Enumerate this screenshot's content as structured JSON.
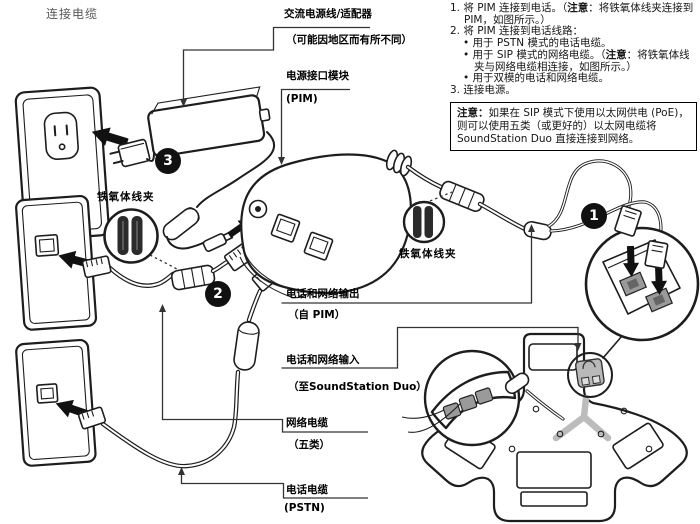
{
  "page": {
    "heading": "连接电缆"
  },
  "callouts": {
    "step1": "1",
    "step2": "2",
    "step3": "3"
  },
  "instructions": {
    "items": [
      {
        "marker": "1.",
        "pre": "将 PIM 连接到电话。（",
        "bold": "注意",
        "post": "：将铁氧体线夹连接到 PIM，如图所示。）"
      },
      {
        "marker": "2.",
        "pre": "将 PIM 连接到电话线路：",
        "bold": "",
        "post": ""
      },
      {
        "marker": "•",
        "pre": "用于 PSTN 模式的电话电缆。",
        "bold": "",
        "post": ""
      },
      {
        "marker": "•",
        "pre": "用于 SIP 模式的网络电缆。（",
        "bold": "注意",
        "post": "：将铁氧体线夹与网络电缆相连接，如图所示。）"
      },
      {
        "marker": "•",
        "pre": "用于双模的电话和网络电缆。",
        "bold": "",
        "post": ""
      },
      {
        "marker": "3.",
        "pre": "连接电源。",
        "bold": "",
        "post": ""
      }
    ],
    "note": {
      "label": "注意：",
      "text": "如果在 SIP 模式下使用以太网供电 (PoE)，则可以使用五类（或更好的）以太网电缆将 SoundStation Duo 直接连接到网络。"
    }
  },
  "labels": {
    "ac_adapter": {
      "title": "交流电源线/适配器",
      "sub": "（可能因地区而有所不同）"
    },
    "pim_module": {
      "title": "电源接口模块",
      "sub": "(PIM)"
    },
    "ferrite_left": "铁氧体线夹",
    "ferrite_right": "铁氧体线夹",
    "phone_net_out": {
      "title": "电话和网络输出",
      "sub": "（自 PIM）"
    },
    "phone_net_in": {
      "title": "电话和网络输入",
      "sub": "（至SoundStation Duo）"
    },
    "network_cable": {
      "title": "网络电缆",
      "sub": "（五类）"
    },
    "phone_cable": {
      "title": "电话电缆",
      "sub": "(PSTN)"
    }
  },
  "colors": {
    "line": "#1d1d1d",
    "leader": "#333333",
    "badge": "#111111",
    "note_border": "#000000"
  }
}
